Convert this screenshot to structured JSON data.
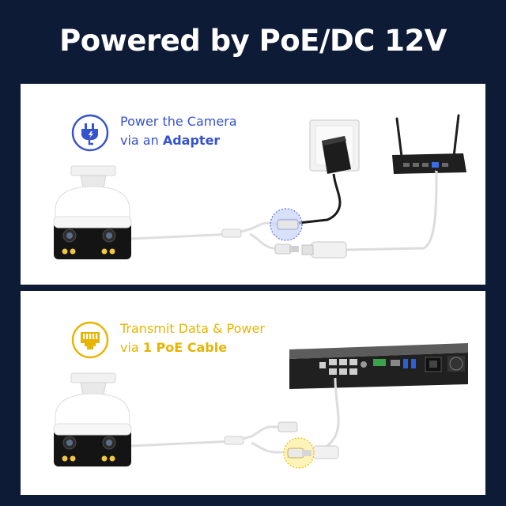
{
  "title": "Powered by PoE/DC 12V",
  "panels": {
    "adapter": {
      "line1": "Power the Camera",
      "line2_prefix": "via an ",
      "line2_bold": "Adapter",
      "icon": "power-plug-icon",
      "accent": "#3653cf"
    },
    "poe": {
      "line1": "Transmit Data & Power",
      "line2_prefix": "via ",
      "line2_bold": "1 PoE Cable",
      "icon": "ethernet-port-icon",
      "accent": "#e7b400"
    }
  },
  "colors": {
    "background": "#0d1b36",
    "panel": "#ffffff",
    "title": "#ffffff"
  }
}
